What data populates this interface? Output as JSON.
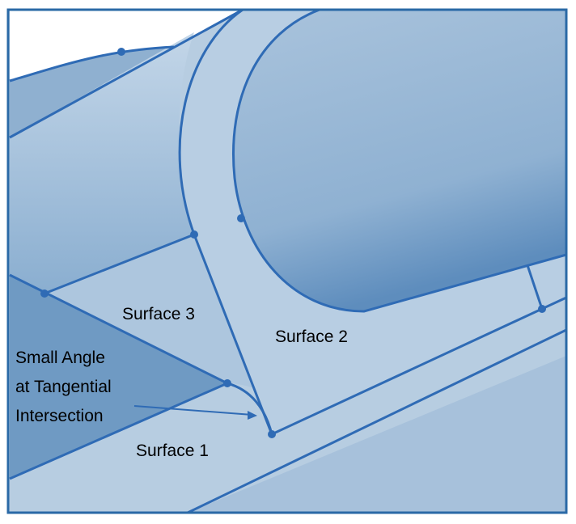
{
  "labels": {
    "surface1": "Surface 1",
    "surface2": "Surface 2",
    "surface3": "Surface 3",
    "annotation_line1": "Small Angle",
    "annotation_line2": "at Tangential",
    "annotation_line3": "Intersection"
  },
  "colors": {
    "edge": "#2f6bb5",
    "frame": "#2a69a6",
    "light": "#b9cfe2",
    "mid": "#9dbbd8",
    "dark": "#6e9ac4"
  }
}
